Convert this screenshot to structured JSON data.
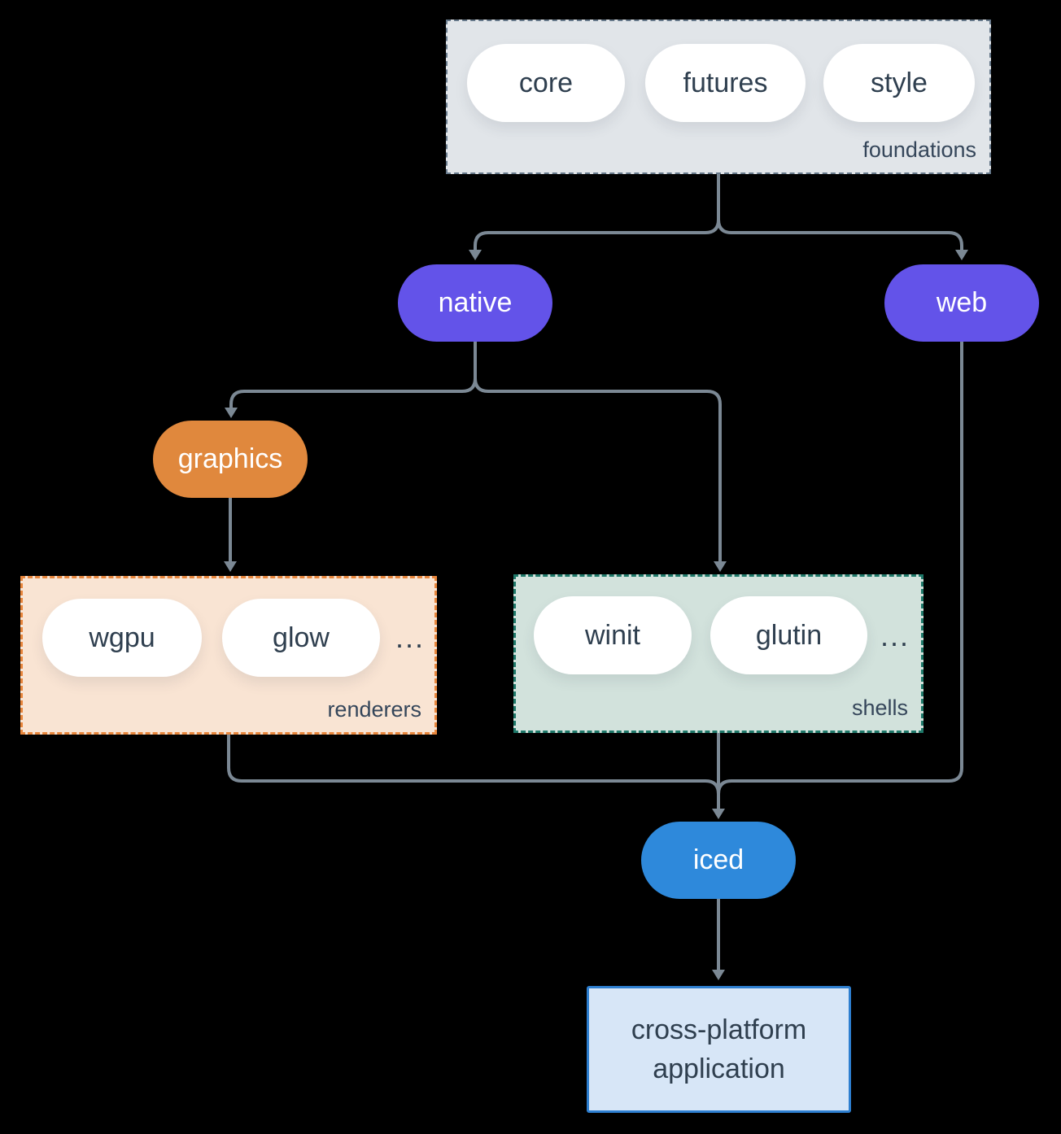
{
  "foundations": {
    "label": "foundations",
    "pills": [
      "core",
      "futures",
      "style"
    ]
  },
  "native": {
    "label": "native"
  },
  "web": {
    "label": "web"
  },
  "graphics": {
    "label": "graphics"
  },
  "renderers": {
    "label": "renderers",
    "pills": [
      "wgpu",
      "glow"
    ],
    "ellipsis": "..."
  },
  "shells": {
    "label": "shells",
    "pills": [
      "winit",
      "glutin"
    ],
    "ellipsis": "..."
  },
  "iced": {
    "label": "iced"
  },
  "application": {
    "label": "cross-platform application"
  },
  "colors": {
    "background": "#000000",
    "connector": "#7B8894",
    "text_dark": "#2F3F4F",
    "pill_white": "#FFFFFF",
    "foundations_fill": "#E1E5E9",
    "foundations_border": "#66788A",
    "native_web_purple": "#6353E9",
    "graphics_orange": "#E0883D",
    "renderers_fill": "#F9E4D3",
    "renderers_border": "#E8863C",
    "shells_fill": "#D2E2DC",
    "shells_border": "#1E7869",
    "iced_blue": "#2E89DB",
    "application_fill": "#D7E6F7",
    "application_border": "#2E7FD0"
  }
}
